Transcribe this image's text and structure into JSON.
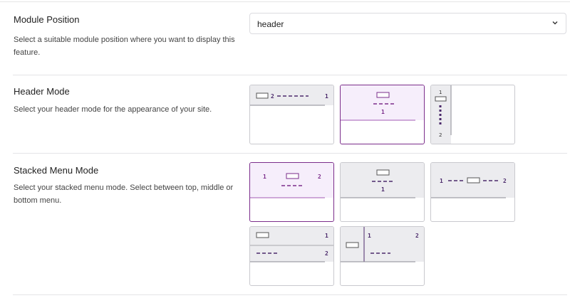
{
  "module_position": {
    "label": "Module Position",
    "description": "Select a suitable module position where you want to display this feature.",
    "value": "header"
  },
  "header_mode": {
    "label": "Header Mode",
    "description": "Select your header mode for the appearance of your site.",
    "options": [
      {
        "name": "horizontal",
        "selected": false,
        "marks": [
          "2",
          "1"
        ]
      },
      {
        "name": "stacked",
        "selected": true,
        "marks": [
          "1"
        ]
      },
      {
        "name": "sidebar",
        "selected": false,
        "marks": [
          "1",
          "2"
        ]
      }
    ]
  },
  "stacked_menu_mode": {
    "label": "Stacked Menu Mode",
    "description": "Select your stacked menu mode. Select between top, middle or bottom menu.",
    "options": [
      {
        "name": "center-split",
        "selected": true,
        "marks": [
          "1",
          "2"
        ]
      },
      {
        "name": "center-stacked",
        "selected": false,
        "marks": [
          "1"
        ]
      },
      {
        "name": "center-inline",
        "selected": false,
        "marks": [
          "1",
          "2"
        ]
      },
      {
        "name": "two-rows",
        "selected": false,
        "marks": [
          "1",
          "2"
        ]
      },
      {
        "name": "logo-left-divider",
        "selected": false,
        "marks": [
          "1",
          "2"
        ]
      }
    ]
  },
  "colors": {
    "accent": "#7b2d8b",
    "selected_bg": "#f6eefb",
    "preview_bg": "#ececef"
  }
}
